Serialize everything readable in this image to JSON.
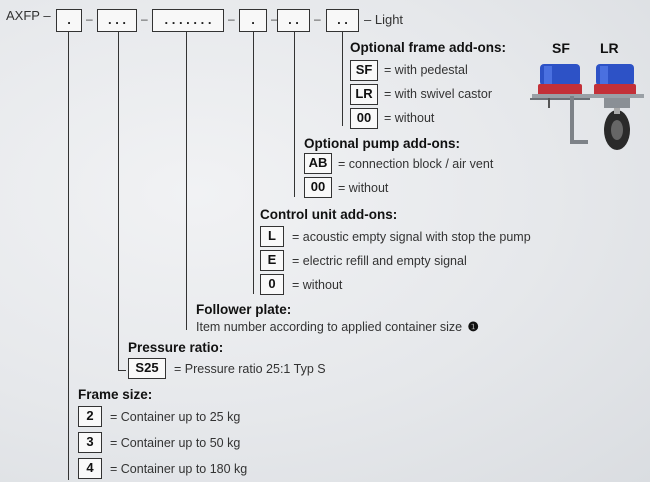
{
  "code": {
    "prefix": "AXFP –",
    "dash": "–",
    "segments": [
      ".",
      ". . .",
      ". . . . . . .",
      ".",
      ". .",
      ". ."
    ],
    "suffix": "– Light"
  },
  "optional_frame_addons": {
    "heading": "Optional frame add-ons:",
    "options": [
      {
        "code": "SF",
        "label": "= with pedestal"
      },
      {
        "code": "LR",
        "label": "= with swivel castor"
      },
      {
        "code": "00",
        "label": "= without"
      }
    ],
    "illustrations": [
      {
        "label": "SF",
        "icon": "pedestal-illustration"
      },
      {
        "label": "LR",
        "icon": "swivel-castor-illustration"
      }
    ]
  },
  "optional_pump_addons": {
    "heading": "Optional pump add-ons:",
    "options": [
      {
        "code": "AB",
        "label": "= connection block / air vent"
      },
      {
        "code": "00",
        "label": "= without"
      }
    ]
  },
  "control_unit_addons": {
    "heading": "Control unit add-ons:",
    "options": [
      {
        "code": "L",
        "label": "=  acoustic empty signal with stop the pump"
      },
      {
        "code": "E",
        "label": "=  electric refill and empty signal"
      },
      {
        "code": "0",
        "label": "=  without"
      }
    ]
  },
  "follower_plate": {
    "heading": "Follower plate:",
    "text": "Item number according to applied container size",
    "note_marker": "❶"
  },
  "pressure_ratio": {
    "heading": "Pressure ratio:",
    "code": "S25",
    "label": "=  Pressure ratio   25:1  Typ S"
  },
  "frame_size": {
    "heading": "Frame size:",
    "options": [
      {
        "code": "2",
        "label": "=  Container up to 25 kg"
      },
      {
        "code": "3",
        "label": "=  Container up to 50 kg"
      },
      {
        "code": "4",
        "label": "=  Container up to 180 kg"
      }
    ]
  },
  "colors": {
    "accent_blue": "#2d52c6",
    "accent_red": "#c33038",
    "line": "#333333"
  }
}
